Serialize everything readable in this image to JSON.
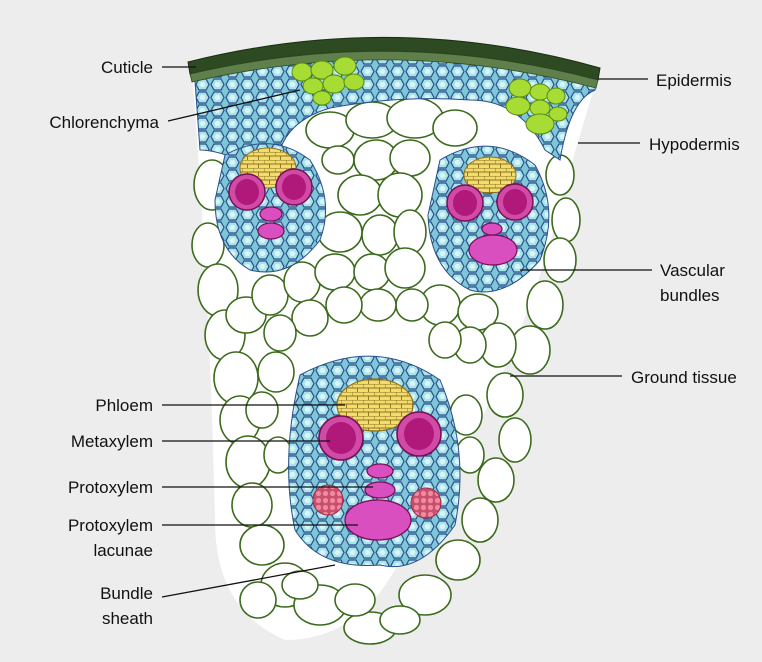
{
  "diagram": {
    "title": "",
    "labels": {
      "cuticle": "Cuticle",
      "chlorenchyma": "Chlorenchyma",
      "epidermis": "Epidermis",
      "hypodermis": "Hypodermis",
      "vascular_bundles_line1": "Vascular",
      "vascular_bundles_line2": "bundles",
      "ground_tissue": "Ground tissue",
      "phloem": "Phloem",
      "metaxylem": "Metaxylem",
      "protoxylem": "Protoxylem",
      "protoxylem_lacunae_line1": "Protoxylem",
      "protoxylem_lacunae_line2": "lacunae",
      "bundle_sheath_line1": "Bundle",
      "bundle_sheath_line2": "sheath"
    },
    "colors": {
      "background": "#ededed",
      "cuticle": "#2d4a22",
      "hypodermis_cells": "#8fd8e2",
      "hypodermis_cell_outline": "#2a4f8a",
      "chlorenchyma": "#a6dc34",
      "ground_tissue_cell": "#ffffff",
      "ground_tissue_outline": "#3d6b1e",
      "phloem": "#f2dc6e",
      "metaxylem": "#b0187a",
      "metaxylem_outer": "#cf4ba6",
      "protoxylem_lacuna": "#d94fc0",
      "red_dotted_patch": "#e26a86"
    }
  }
}
